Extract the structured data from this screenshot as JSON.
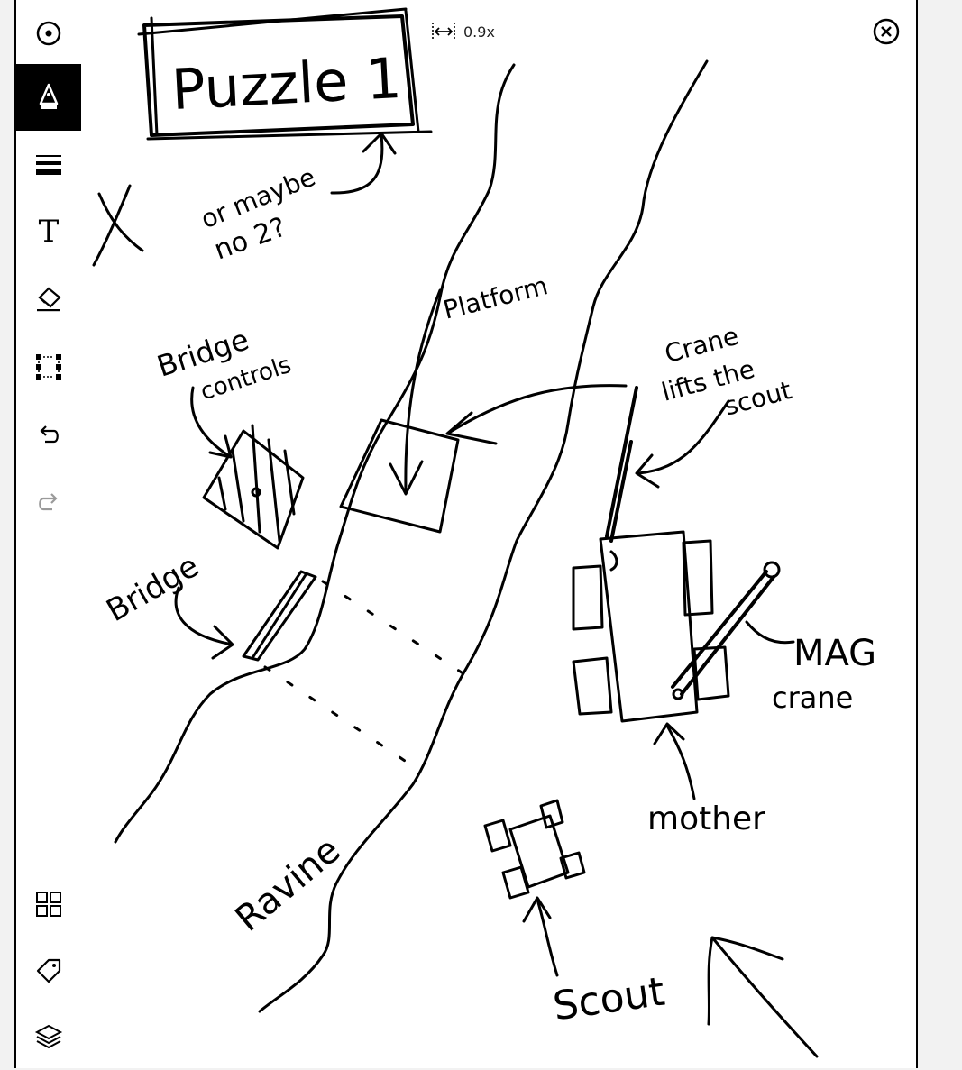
{
  "zoom": {
    "label": "0.9x"
  },
  "toolbar": {
    "items": [
      {
        "icon": "record-icon",
        "active": false
      },
      {
        "icon": "pen-icon",
        "active": true
      },
      {
        "icon": "stroke-width-icon",
        "active": false
      },
      {
        "icon": "text-tool-icon",
        "label": "T",
        "active": false
      },
      {
        "icon": "eraser-icon",
        "active": false
      },
      {
        "icon": "selection-icon",
        "active": false
      },
      {
        "icon": "undo-icon",
        "active": false
      },
      {
        "icon": "redo-icon",
        "active": false,
        "disabled": true
      },
      {
        "icon": "grid-icon",
        "active": false
      },
      {
        "icon": "tag-icon",
        "active": false
      },
      {
        "icon": "layers-icon",
        "active": false
      }
    ]
  },
  "sketch": {
    "title": "Puzzle 1",
    "note_line1": "or maybe",
    "note_line2": "no 2?",
    "platform": "Platform",
    "bridge_controls_line1": "Bridge",
    "bridge_controls_line2": "controls",
    "crane_note_line1": "Crane",
    "crane_note_line2": "lifts the",
    "crane_note_line3": "scout",
    "bridge": "Bridge",
    "mag_line1": "MAG",
    "mag_line2": "crane",
    "mother": "mother",
    "ravine": "Ravine",
    "scout": "Scout"
  },
  "colors": {
    "ink": "#000000",
    "paper": "#ffffff",
    "active_tool_bg": "#000000"
  }
}
